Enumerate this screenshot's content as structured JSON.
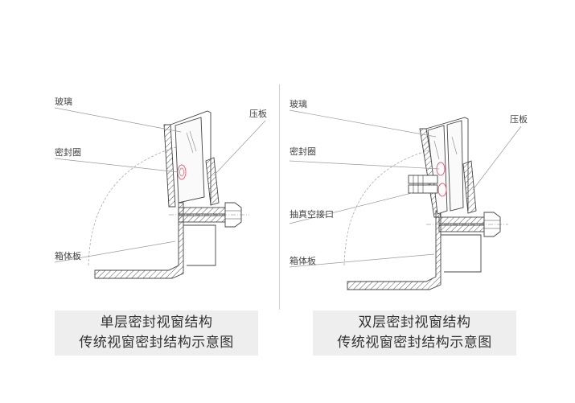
{
  "left_diagram": {
    "labels": {
      "glass": "玻璃",
      "seal_ring": "密封圈",
      "press_plate": "压板",
      "box_plate": "箱体板"
    },
    "caption_line1": "单层密封视窗结构",
    "caption_line2": "传统视窗密封结构示意图"
  },
  "right_diagram": {
    "labels": {
      "glass": "玻璃",
      "seal_ring": "密封圈",
      "vacuum_port": "抽真空接口",
      "press_plate": "压板",
      "box_plate": "箱体板"
    },
    "caption_line1": "双层密封视窗结构",
    "caption_line2": "传统视窗密封结构示意图"
  },
  "colors": {
    "line": "#444444",
    "leader": "#9a9a9a",
    "seal": "#e06070",
    "caption_bg": "#eeeeee"
  }
}
